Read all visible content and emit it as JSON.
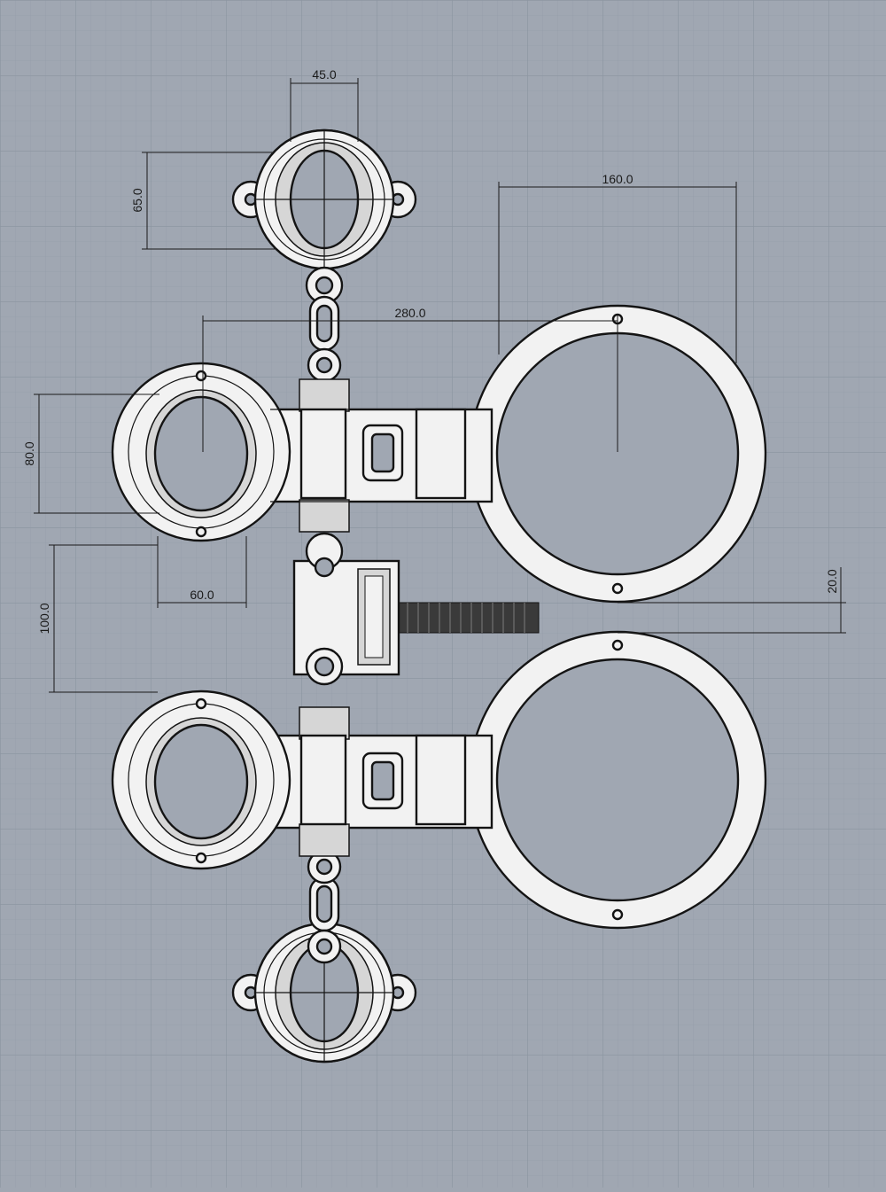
{
  "viewport": {
    "background": "#a0a7b2",
    "grid_minor_color": "#97a0ab",
    "grid_major_color": "#8d96a2"
  },
  "dimensions": [
    {
      "id": "dim-45",
      "text": "45.0"
    },
    {
      "id": "dim-65",
      "text": "65.0"
    },
    {
      "id": "dim-160",
      "text": "160.0"
    },
    {
      "id": "dim-280",
      "text": "280.0"
    },
    {
      "id": "dim-80",
      "text": "80.0"
    },
    {
      "id": "dim-60",
      "text": "60.0"
    },
    {
      "id": "dim-100",
      "text": "100.0"
    },
    {
      "id": "dim-20",
      "text": "20.0"
    }
  ],
  "icons": [
    "cuff-icon",
    "chain-link-icon",
    "screw-icon",
    "hinge-icon"
  ]
}
